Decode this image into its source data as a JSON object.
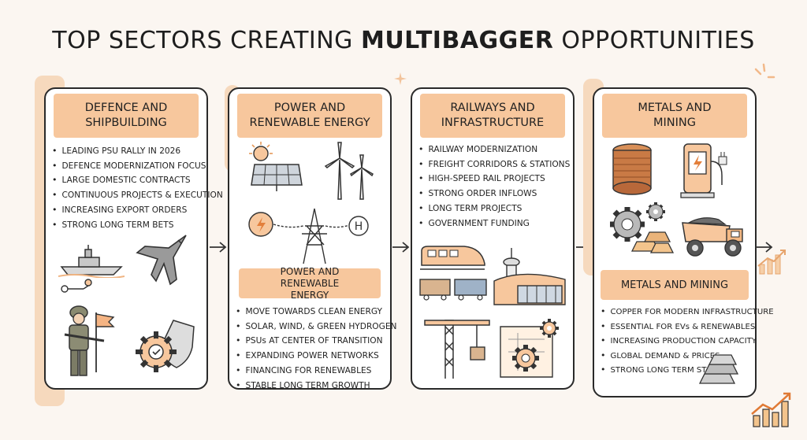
{
  "title": {
    "pre": "TOP SECTORS CREATING ",
    "bold": "MULTIBAGGER",
    "post": " OPPORTUNITIES"
  },
  "sectors": [
    {
      "header": "DEFENCE AND SHIPBUILDING",
      "bullets": [
        "LEADING PSU RALLY IN 2026",
        "DEFENCE MODERNIZATION FOCUS",
        "LARGE DOMESTIC CONTRACTS",
        "CONTINUOUS PROJECTS & EXECUTION",
        "INCREASING EXPORT ORDERS",
        "STRONG LONG TERM BETS"
      ]
    },
    {
      "header": "POWER AND RENEWABLE ENERGY",
      "subheader": "POWER AND RENEWABLE ENERGY",
      "bullets": [
        "MOVE TOWARDS CLEAN ENERGY",
        "SOLAR, WIND, & GREEN HYDROGEN",
        "PSUs AT CENTER OF TRANSITION",
        "EXPANDING POWER NETWORKS",
        "FINANCING FOR RENEWABLES",
        "STABLE LONG TERM GROWTH"
      ]
    },
    {
      "header": "RAILWAYS AND INFRASTRUCTURE",
      "bullets": [
        "RAILWAY MODERNIZATION",
        "FREIGHT CORRIDORS & STATIONS",
        "HIGH-SPEED RAIL PROJECTS",
        "STRONG ORDER INFLOWS",
        "LONG TERM PROJECTS",
        "GOVERNMENT FUNDING"
      ]
    },
    {
      "header": "METALS AND MINING",
      "subheader": "METALS AND MINING",
      "bullets": [
        "COPPER FOR MODERN INFRASTRUCTURE",
        "ESSENTIAL FOR EVs & RENEWABLES",
        "INCREASING PRODUCTION CAPACITY",
        "GLOBAL DEMAND & PRICES",
        "STRONG LONG TERM STORY"
      ]
    }
  ],
  "icons": {
    "hydrogen_letter": "H"
  },
  "colors": {
    "accent": "#f7c79d",
    "shade": "#f6d9bd",
    "outline": "#2a2a2a",
    "background": "#fbf6f1"
  }
}
